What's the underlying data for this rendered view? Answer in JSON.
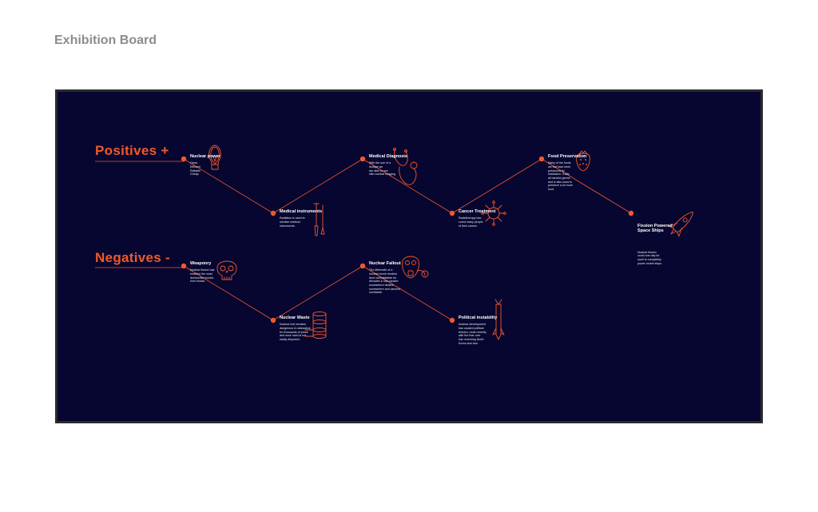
{
  "page": {
    "title": "Exhibition Board"
  },
  "colors": {
    "board": "#070630",
    "accent": "#f0592a",
    "text": "#ffffff",
    "frame": "#2b2a2e"
  },
  "positives": {
    "heading": "Positives +",
    "nodes": [
      {
        "title": "Nuclear power",
        "body": "Clean\nEfficient\nReliable\nCheap",
        "icon": "lightbulb-icon"
      },
      {
        "title": "Medical instruments",
        "body": "Radiation is used to\nsterilize medical\ninstruments.",
        "icon": "scalpel-icon"
      },
      {
        "title": "Medical Diagnosis",
        "body": "With the use of a\nisotope we\nare able to see\nwith nuclear imaging.",
        "icon": "stethoscope-icon"
      },
      {
        "title": "Cancer Treatment",
        "body": "Radiotherapy has\ncured many people\nof their cancer.",
        "icon": "virus-icon"
      },
      {
        "title": "Food Preservation",
        "body": "Many of the foods\nwe eat have been\npreserved by\nirradiation. It kills\nall harmful germs\nand is also used to\npreserve a lot more\nfood.",
        "icon": "strawberry-icon"
      },
      {
        "title": "Fission Powered\nSpace Ships",
        "body": "Nuclear fission\ncould one day be\nused to completely\npower rocket ships.",
        "icon": "rocket-icon"
      }
    ]
  },
  "negatives": {
    "heading": "Negatives -",
    "nodes": [
      {
        "title": "Weaponry",
        "body": "Nuclear fission has\nenabled the most\ndestructive bombs\never known.",
        "icon": "skull-icon"
      },
      {
        "title": "Nuclear Waste",
        "body": "Nuclear fuel remains\ndangerous & radioactive\nfor thousands of years\nand once used is not\neasily disposed.",
        "icon": "barrels-icon"
      },
      {
        "title": "Nuclear Fallout",
        "body": "The aftermath of a\nnuclear bomb renders\nland uninhabitable for\ndecades & has caused\nsomewhere deaths\nsomewhere and cancers\nworldwide.",
        "icon": "gas-mask-icon"
      },
      {
        "title": "Political instability",
        "body": "Nuclear development\nhas caused political\ntension, most recently\nwith the fear over\nIran enriching North\nKorea and Iran.",
        "icon": "missile-icon"
      }
    ]
  }
}
